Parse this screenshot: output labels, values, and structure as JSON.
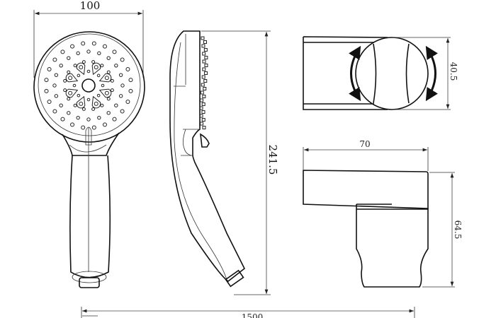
{
  "drawing": {
    "title": "Hand shower and holder dimension drawing",
    "dimensions": {
      "head_width": "100",
      "shower_length": "241.5",
      "holder_height": "40.5",
      "holder_width": "70",
      "holder_depth": "64.5",
      "hose_length": "1500"
    },
    "colors": {
      "line": "#111111",
      "background": "#ffffff"
    }
  }
}
